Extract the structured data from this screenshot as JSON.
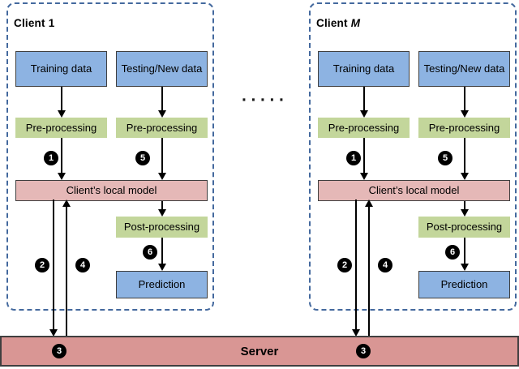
{
  "colors": {
    "data_box": "#8DB3E2",
    "process_box": "#C3D69B",
    "model_box": "#E5B8B7",
    "server_bar": "#D99694",
    "box_border": "#3F3F3F",
    "dashed_border": "#44699E"
  },
  "separator_dots": "·····",
  "clients": [
    {
      "title_prefix": "Client",
      "title_suffix": "1",
      "training_box": "Training data",
      "testing_box": "Testing/New data",
      "preprocessing_train": "Pre-processing",
      "preprocessing_test": "Pre-processing",
      "local_model": "Client’s local model",
      "postprocessing": "Post-processing",
      "prediction": "Prediction",
      "step_train_to_model": "1",
      "step_model_to_server": "2",
      "step_server_to_model": "4",
      "step_test_to_model": "5",
      "step_postprocessing": "6"
    },
    {
      "title_prefix": "Client",
      "title_suffix": "M",
      "training_box": "Training data",
      "testing_box": "Testing/New data",
      "preprocessing_train": "Pre-processing",
      "preprocessing_test": "Pre-processing",
      "local_model": "Client’s local model",
      "postprocessing": "Post-processing",
      "prediction": "Prediction",
      "step_train_to_model": "1",
      "step_model_to_server": "2",
      "step_server_to_model": "4",
      "step_test_to_model": "5",
      "step_postprocessing": "6"
    }
  ],
  "server": {
    "label": "Server",
    "step_left": "3",
    "step_right": "3"
  }
}
